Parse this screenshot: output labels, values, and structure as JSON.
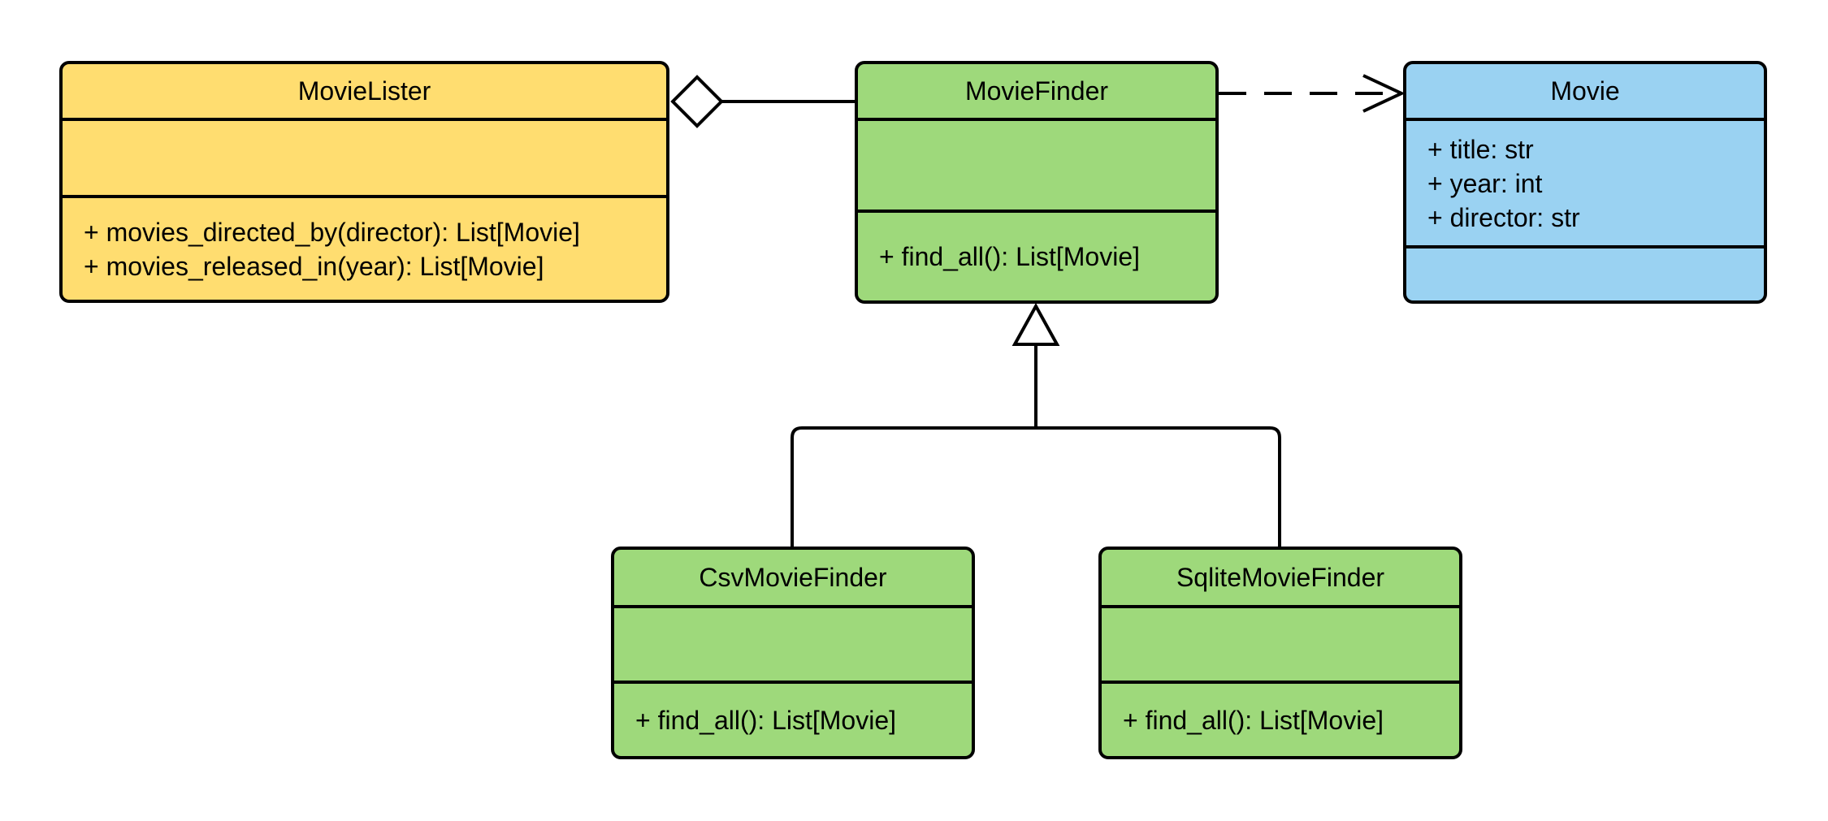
{
  "diagram": {
    "type": "uml-class-diagram",
    "colors": {
      "yellow": "#FFDD70",
      "green": "#9ED97B",
      "blue": "#9AD2F2",
      "stroke": "#000000",
      "background": "#FFFFFF"
    },
    "classes": [
      {
        "name": "MovieLister",
        "fill": "yellow",
        "attributes": [],
        "methods": [
          "+ movies_directed_by(director): List[Movie]",
          "+ movies_released_in(year): List[Movie]"
        ]
      },
      {
        "name": "MovieFinder",
        "fill": "green",
        "attributes": [],
        "methods": [
          "+ find_all(): List[Movie]"
        ]
      },
      {
        "name": "Movie",
        "fill": "blue",
        "attributes": [
          "+ title: str",
          "+ year: int",
          "+ director: str"
        ],
        "methods": []
      },
      {
        "name": "CsvMovieFinder",
        "fill": "green",
        "attributes": [],
        "methods": [
          "+ find_all(): List[Movie]"
        ]
      },
      {
        "name": "SqliteMovieFinder",
        "fill": "green",
        "attributes": [],
        "methods": [
          "+ find_all(): List[Movie]"
        ]
      }
    ],
    "relationships": [
      {
        "type": "aggregation",
        "from": "MovieLister",
        "to": "MovieFinder",
        "line": "solid",
        "marker": "open-diamond"
      },
      {
        "type": "dependency",
        "from": "MovieFinder",
        "to": "Movie",
        "line": "dashed",
        "marker": "open-arrow"
      },
      {
        "type": "generalization",
        "from": "CsvMovieFinder",
        "to": "MovieFinder",
        "line": "solid",
        "marker": "hollow-triangle"
      },
      {
        "type": "generalization",
        "from": "SqliteMovieFinder",
        "to": "MovieFinder",
        "line": "solid",
        "marker": "hollow-triangle"
      }
    ]
  }
}
